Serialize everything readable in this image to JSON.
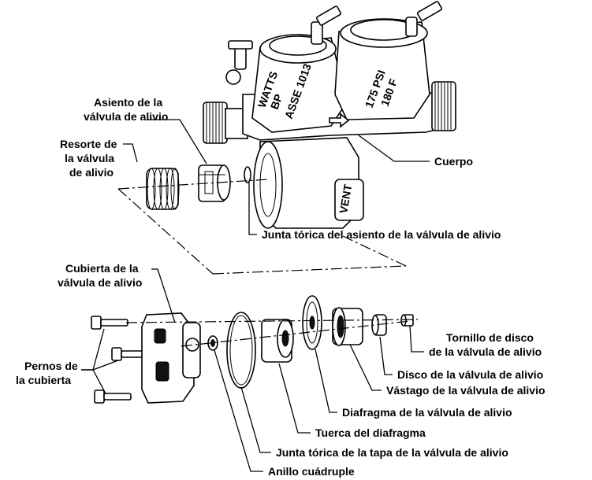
{
  "labels": {
    "asiento_1": "Asiento de la",
    "asiento_2": "válvula de alivio",
    "resorte_1": "Resorte de",
    "resorte_2": "la válvula",
    "resorte_3": "de alivio",
    "cuerpo": "Cuerpo",
    "junta_asiento": "Junta tórica del asiento de la válvula de alivio",
    "cubierta_1": "Cubierta de la",
    "cubierta_2": "válvula de alivio",
    "pernos_1": "Pernos de",
    "pernos_2": "la cubierta",
    "tornillo_1": "Tornillo de disco",
    "tornillo_2": "de la válvula de alivio",
    "disco": "Disco de la válvula de alivio",
    "vastago": "Vástago de la válvula de alivio",
    "diafragma": "Diafragma de la válvula de alivio",
    "tuerca": "Tuerca del diafragma",
    "junta_tapa": "Junta tórica de la tapa de la válvula de alivio",
    "anillo": "Anillo cuádruple"
  },
  "body_markings": {
    "brand": "WATTS",
    "model": "BP",
    "cert": "ASSE 1013",
    "psi": "175 PSI",
    "temp": "180 F",
    "vent": "VENT"
  }
}
